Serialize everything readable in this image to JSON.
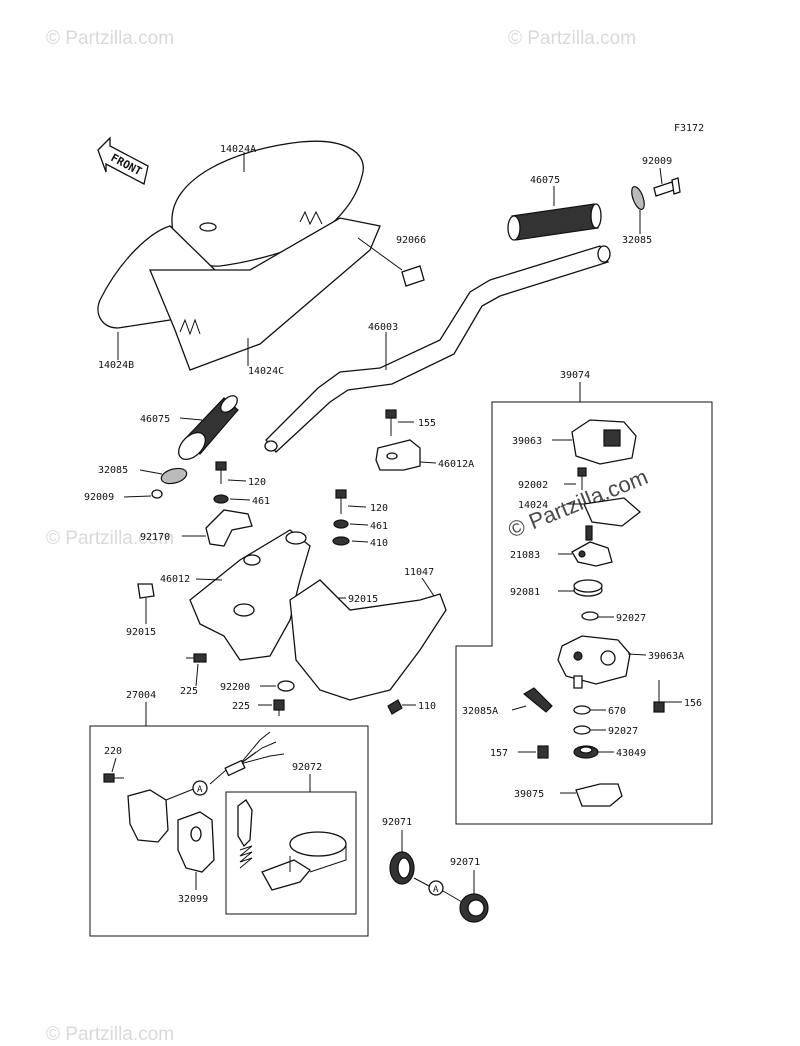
{
  "diagram_code": "F3172",
  "front_label": "FRONT",
  "watermarks": [
    "© Partzilla.com",
    "© Partzilla.com",
    "© Partzilla.com",
    "© Partzilla.com",
    "© Partzilla.com"
  ],
  "callout_marker": "A",
  "group_labels": {
    "switch_group": "39074",
    "left_switch_group": "27004",
    "clamp_group": "92072"
  },
  "parts": {
    "seat_main": "14024A",
    "seat_b": "14024B",
    "seat_c": "14024C",
    "grip_right": "46075",
    "grip_left": "46075",
    "bolt_top_right": "92009",
    "cap_top_right": "32085",
    "plug": "92066",
    "handlebar": "46003",
    "bolt_155": "155",
    "holder_upper": "46012A",
    "cap_left": "32085",
    "bolt_left": "92009",
    "bolt_120a": "120",
    "washer_461a": "461",
    "bolt_120b": "120",
    "washer_461b": "461",
    "washer_410": "410",
    "bracket_92170": "92170",
    "holder_46012": "46012",
    "clip_92015a": "92015",
    "clip_92015b": "92015",
    "cover_11047": "11047",
    "bolt_225a": "225",
    "collar_92200": "92200",
    "bolt_225b": "225",
    "bolt_110": "110",
    "screw_220": "220",
    "housing_32099": "32099",
    "seal_92071a": "92071",
    "seal_92071b": "92071",
    "cover_39063": "39063",
    "screw_92002": "92002",
    "plate_14024": "14024",
    "lever_21083": "21083",
    "spring_92081": "92081",
    "ring_92027a": "92027",
    "case_39063a": "39063A",
    "cap_32085a": "32085A",
    "oring_670": "670",
    "ring_92027b": "92027",
    "bolt_156": "156",
    "bolt_157": "157",
    "nut_43049": "43049",
    "lever_39075": "39075"
  }
}
